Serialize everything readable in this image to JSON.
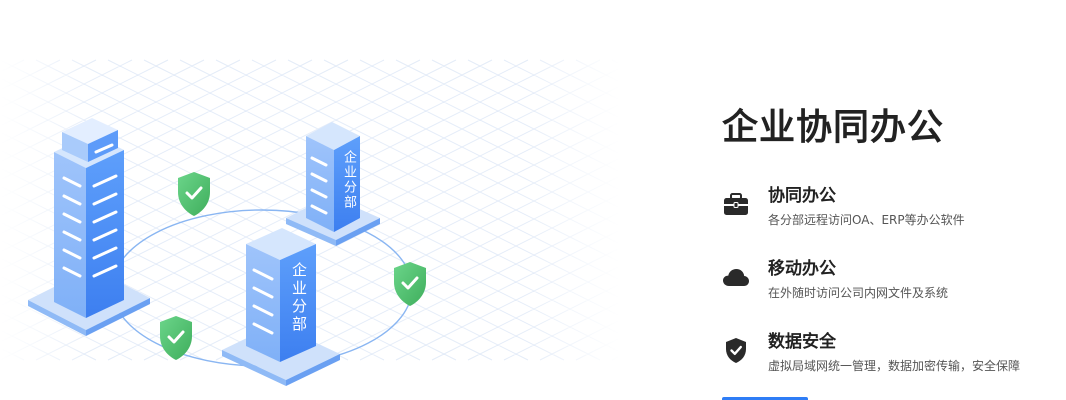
{
  "hero": {
    "title": "企业协同办公",
    "features": [
      {
        "icon": "briefcase-icon",
        "title": "协同办公",
        "desc": "各分部远程访问OA、ERP等办公软件"
      },
      {
        "icon": "cloud-icon",
        "title": "移动办公",
        "desc": "在外随时访问公司内网文件及系统"
      },
      {
        "icon": "shield-check-icon",
        "title": "数据安全",
        "desc": "虚拟局域网统一管理，数据加密传输，安全保障"
      }
    ]
  },
  "illustration": {
    "branch_label_1": "企业分部",
    "branch_label_2": "企业分部"
  },
  "colors": {
    "accent": "#2f7df6",
    "building": "#5b9cf8",
    "shield": "#4cc06a",
    "title": "#222222",
    "desc": "#555555"
  }
}
